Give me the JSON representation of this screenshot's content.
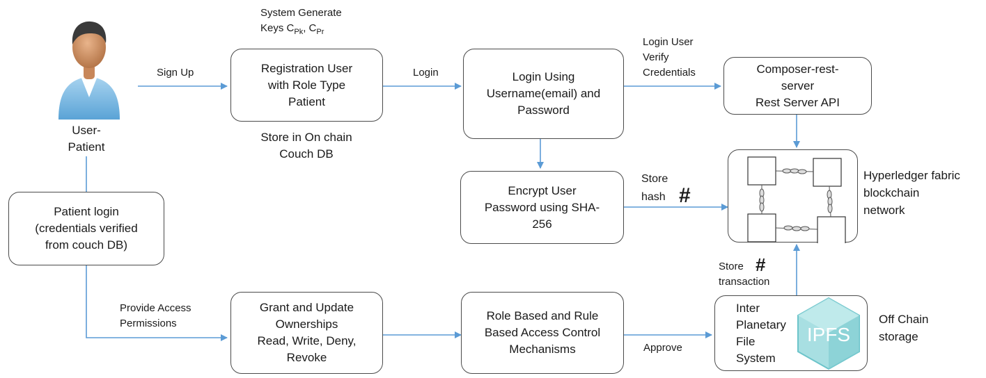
{
  "user": {
    "label_line1": "User-",
    "label_line2": "Patient"
  },
  "system_keys": {
    "line1": "System Generate",
    "line2_prefix": "Keys C",
    "sub1": "Pk",
    "sep": ", C",
    "sub2": "Pr"
  },
  "edges": {
    "sign_up": "Sign Up",
    "login": "Login",
    "login_verify": [
      "Login User",
      "Verify",
      "Credentials"
    ],
    "store_hash": [
      "Store",
      "hash"
    ],
    "store_transaction": [
      "Store",
      "transaction"
    ],
    "provide_access": [
      "Provide Access",
      "Permissions"
    ],
    "approve": "Approve",
    "hash_symbol": "#"
  },
  "boxes": {
    "registration": [
      "Registration User",
      "with Role Type",
      "Patient"
    ],
    "login_using": [
      "Login Using",
      "Username(email) and",
      "Password"
    ],
    "composer": [
      "Composer-rest-",
      "server",
      "Rest Server API"
    ],
    "encrypt": [
      "Encrypt User",
      "Password using SHA-",
      "256"
    ],
    "patient_login": [
      "Patient login",
      "(credentials verified",
      "from couch DB)"
    ],
    "grant": [
      "Grant and Update",
      "Ownerships",
      "Read, Write, Deny,",
      "Revoke"
    ],
    "role_based": [
      "Role Based and Rule",
      "Based Access Control",
      "Mechanisms"
    ],
    "ipfs": [
      "Inter",
      "Planetary",
      "File",
      "System"
    ]
  },
  "notes": {
    "store_couch": [
      "Store in On chain",
      "Couch DB"
    ],
    "hyperledger": [
      "Hyperledger fabric",
      "blockchain",
      "network"
    ],
    "off_chain": [
      "Off Chain",
      "storage"
    ],
    "ipfs_logo_text": "IPFS"
  },
  "colors": {
    "arrow": "#5b9bd5",
    "border": "#4a4a4a",
    "ipfs": "#8fd3d8"
  }
}
